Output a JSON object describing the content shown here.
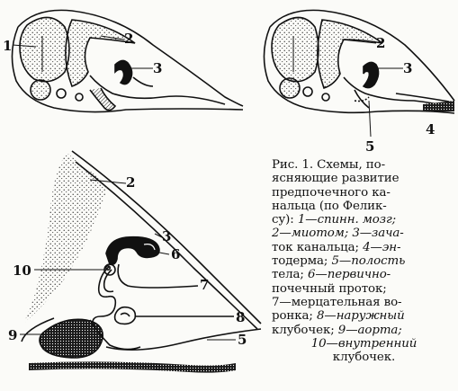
{
  "figure": {
    "labels": {
      "a": [
        "1",
        "2",
        "3"
      ],
      "b": [
        "2",
        "3",
        "4",
        "5"
      ],
      "c": [
        "2",
        "3",
        "6",
        "10",
        "7",
        "8",
        "9",
        "5"
      ]
    }
  },
  "caption": {
    "lines": [
      "Рис. 1. Схемы, по-",
      "ясняющие развитие",
      "предпочечного ка-",
      "нальца (по Фелик-",
      "су): ",
      "1—спинн. мозг;",
      "2—миотом; ",
      "3—зача-",
      "ток канальца; ",
      "4—эн-",
      "тодерма; ",
      "5—полость",
      "тела; ",
      "6—первично-",
      "почечный проток;",
      "7—мерцательная во-",
      "ронка; ",
      "8—наружный",
      "клубочек; ",
      "9—аорта;",
      "10—внутренний",
      "клубочек."
    ]
  }
}
